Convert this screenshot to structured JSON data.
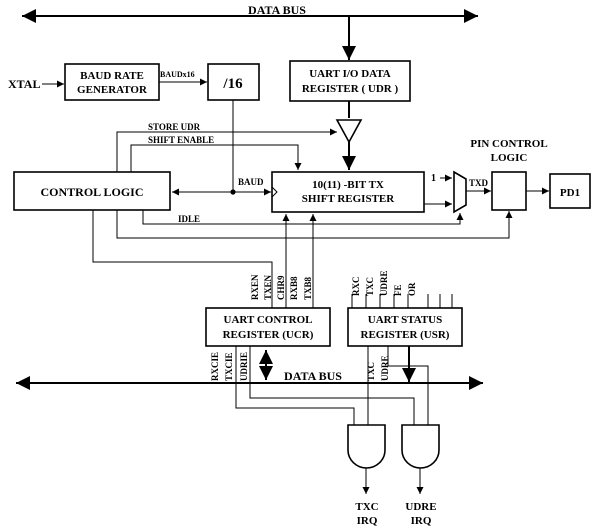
{
  "bus_top": "DATA BUS",
  "bus_bottom": "DATA BUS",
  "xtal": "XTAL",
  "baud_gen": [
    "BAUD RATE",
    "GENERATOR"
  ],
  "baudx16": "BAUDx16",
  "div16": "/16",
  "udr": [
    "UART I/O DATA",
    "REGISTER ( UDR )"
  ],
  "store_udr": "STORE UDR",
  "shift_enable": "SHIFT ENABLE",
  "pin_control": [
    "PIN CONTROL",
    "LOGIC"
  ],
  "control_logic": "CONTROL LOGIC",
  "baud": "BAUD",
  "shift_reg": [
    "10(11) -BIT TX",
    "SHIFT REGISTER"
  ],
  "one": "1",
  "txd": "TXD",
  "pd1": "PD1",
  "idle": "IDLE",
  "ucr_bits": [
    "RXEN",
    "TXEN",
    "CHR9",
    "RXB8",
    "TXB8"
  ],
  "usr_bits": [
    "RXC",
    "TXC",
    "UDRE",
    "FE",
    "OR"
  ],
  "ucr": [
    "UART CONTROL",
    "REGISTER (UCR)"
  ],
  "usr": [
    "UART STATUS",
    "REGISTER (USR)"
  ],
  "ucr_irq_bits": [
    "RXCIE",
    "TXCIE",
    "UDRIE"
  ],
  "usr_irq_bits": [
    "TXC",
    "UDRE"
  ],
  "irq_txc": [
    "TXC",
    "IRQ"
  ],
  "irq_udre": [
    "UDRE",
    "IRQ"
  ]
}
